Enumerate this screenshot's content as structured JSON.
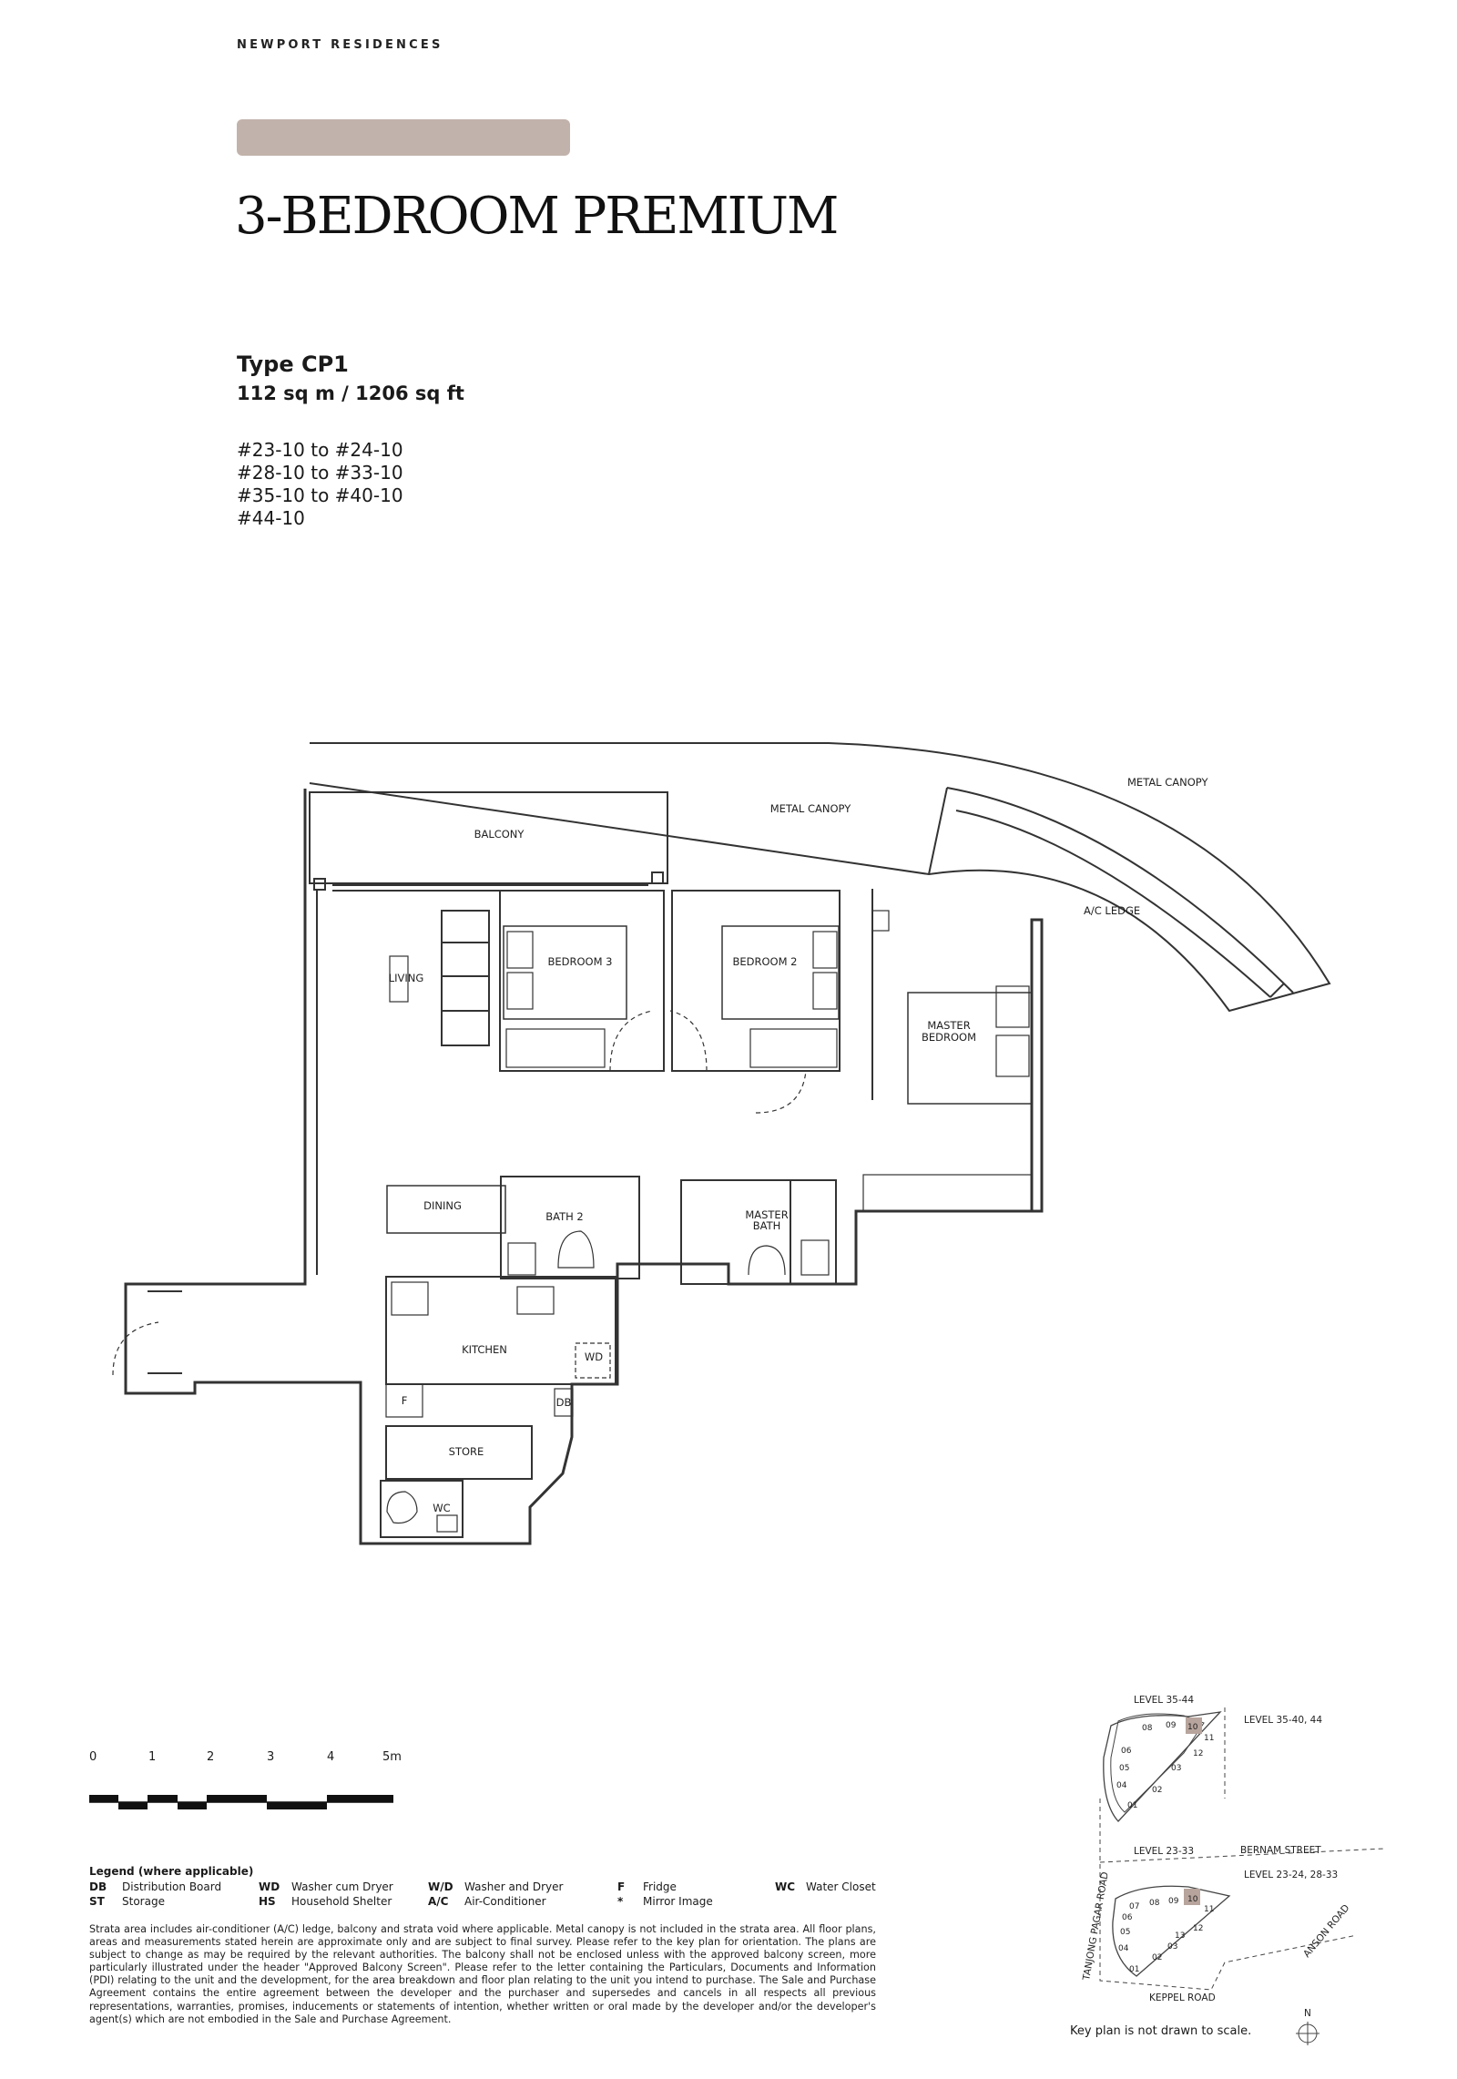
{
  "header": {
    "brand": "NEWPORT RESIDENCES",
    "accent_color": "#c1b2ab"
  },
  "title": "3-BEDROOM PREMIUM",
  "unit_type": {
    "name": "Type CP1",
    "area": "112 sq m / 1206 sq ft",
    "units": [
      "#23-10 to #24-10",
      "#28-10 to #33-10",
      "#35-10 to #40-10",
      "#44-10"
    ]
  },
  "floor_plan": {
    "rooms": {
      "balcony": "BALCONY",
      "metal_canopy": "METAL CANOPY",
      "metal_canopy_callout": "METAL CANOPY",
      "ac_ledge": "A/C LEDGE",
      "living": "LIVING",
      "bedroom3": "BEDROOM 3",
      "bedroom2": "BEDROOM 2",
      "master_bedroom_l1": "MASTER",
      "master_bedroom_l2": "BEDROOM",
      "dining": "DINING",
      "bath2": "BATH 2",
      "master_bath_l1": "MASTER",
      "master_bath_l2": "BATH",
      "kitchen": "KITCHEN",
      "wd": "WD",
      "fridge": "F",
      "db": "DB",
      "store": "STORE",
      "wc": "WC"
    }
  },
  "scale": {
    "labels": [
      "0",
      "1",
      "2",
      "3",
      "4",
      "5m"
    ]
  },
  "legend": {
    "title": "Legend (where applicable)",
    "items": [
      {
        "abbr": "DB",
        "desc": "Distribution Board"
      },
      {
        "abbr": "ST",
        "desc": "Storage"
      },
      {
        "abbr": "WD",
        "desc": "Washer cum Dryer"
      },
      {
        "abbr": "HS",
        "desc": "Household Shelter"
      },
      {
        "abbr": "W/D",
        "desc": "Washer and Dryer"
      },
      {
        "abbr": "A/C",
        "desc": "Air-Conditioner"
      },
      {
        "abbr": "F",
        "desc": "Fridge"
      },
      {
        "abbr": "*",
        "desc": "Mirror Image"
      },
      {
        "abbr": "WC",
        "desc": "Water Closet"
      }
    ]
  },
  "disclaimer": "Strata area includes air-conditioner (A/C) ledge, balcony and strata void where applicable. Metal canopy is not included in the strata area. All floor plans, areas and measurements stated herein are approximate only and are subject to final survey. Please refer to the key plan for orientation. The plans are subject to change as may be required by the relevant authorities. The balcony shall not be enclosed unless with the approved balcony screen, more particularly illustrated under the header \"Approved Balcony Screen\". Please refer to the letter containing the Particulars, Documents and Information (PDI) relating to the unit and the development, for the area breakdown and floor plan relating to the unit you intend to purchase. The Sale and Purchase Agreement contains the entire agreement between the developer and the purchaser and supersedes and cancels in all respects all previous representations, warranties, promises, inducements or statements of intention, whether written or oral made by the developer and/or the developer's agent(s) which are not embodied in the Sale and Purchase Agreement.",
  "key_plan": {
    "upper_level": "LEVEL 35-44",
    "upper_highlight": "LEVEL 35-40, 44",
    "lower_level": "LEVEL 23-33",
    "lower_highlight": "LEVEL 23-24, 28-33",
    "streets": {
      "bernam": "BERNAM STREET",
      "tanjong_pagar": "TANJONG PAGAR ROAD",
      "anson": "ANSON ROAD",
      "keppel": "KEPPEL ROAD"
    },
    "units_upper": [
      "08",
      "09",
      "10",
      "11",
      "12",
      "06",
      "05",
      "04",
      "03",
      "02",
      "01"
    ],
    "units_lower": [
      "07",
      "08",
      "09",
      "10",
      "11",
      "12",
      "13",
      "06",
      "05",
      "04",
      "03",
      "02",
      "01"
    ],
    "north": "N",
    "note": "Key plan is not drawn to scale.",
    "highlight_color": "#b7a49c"
  }
}
